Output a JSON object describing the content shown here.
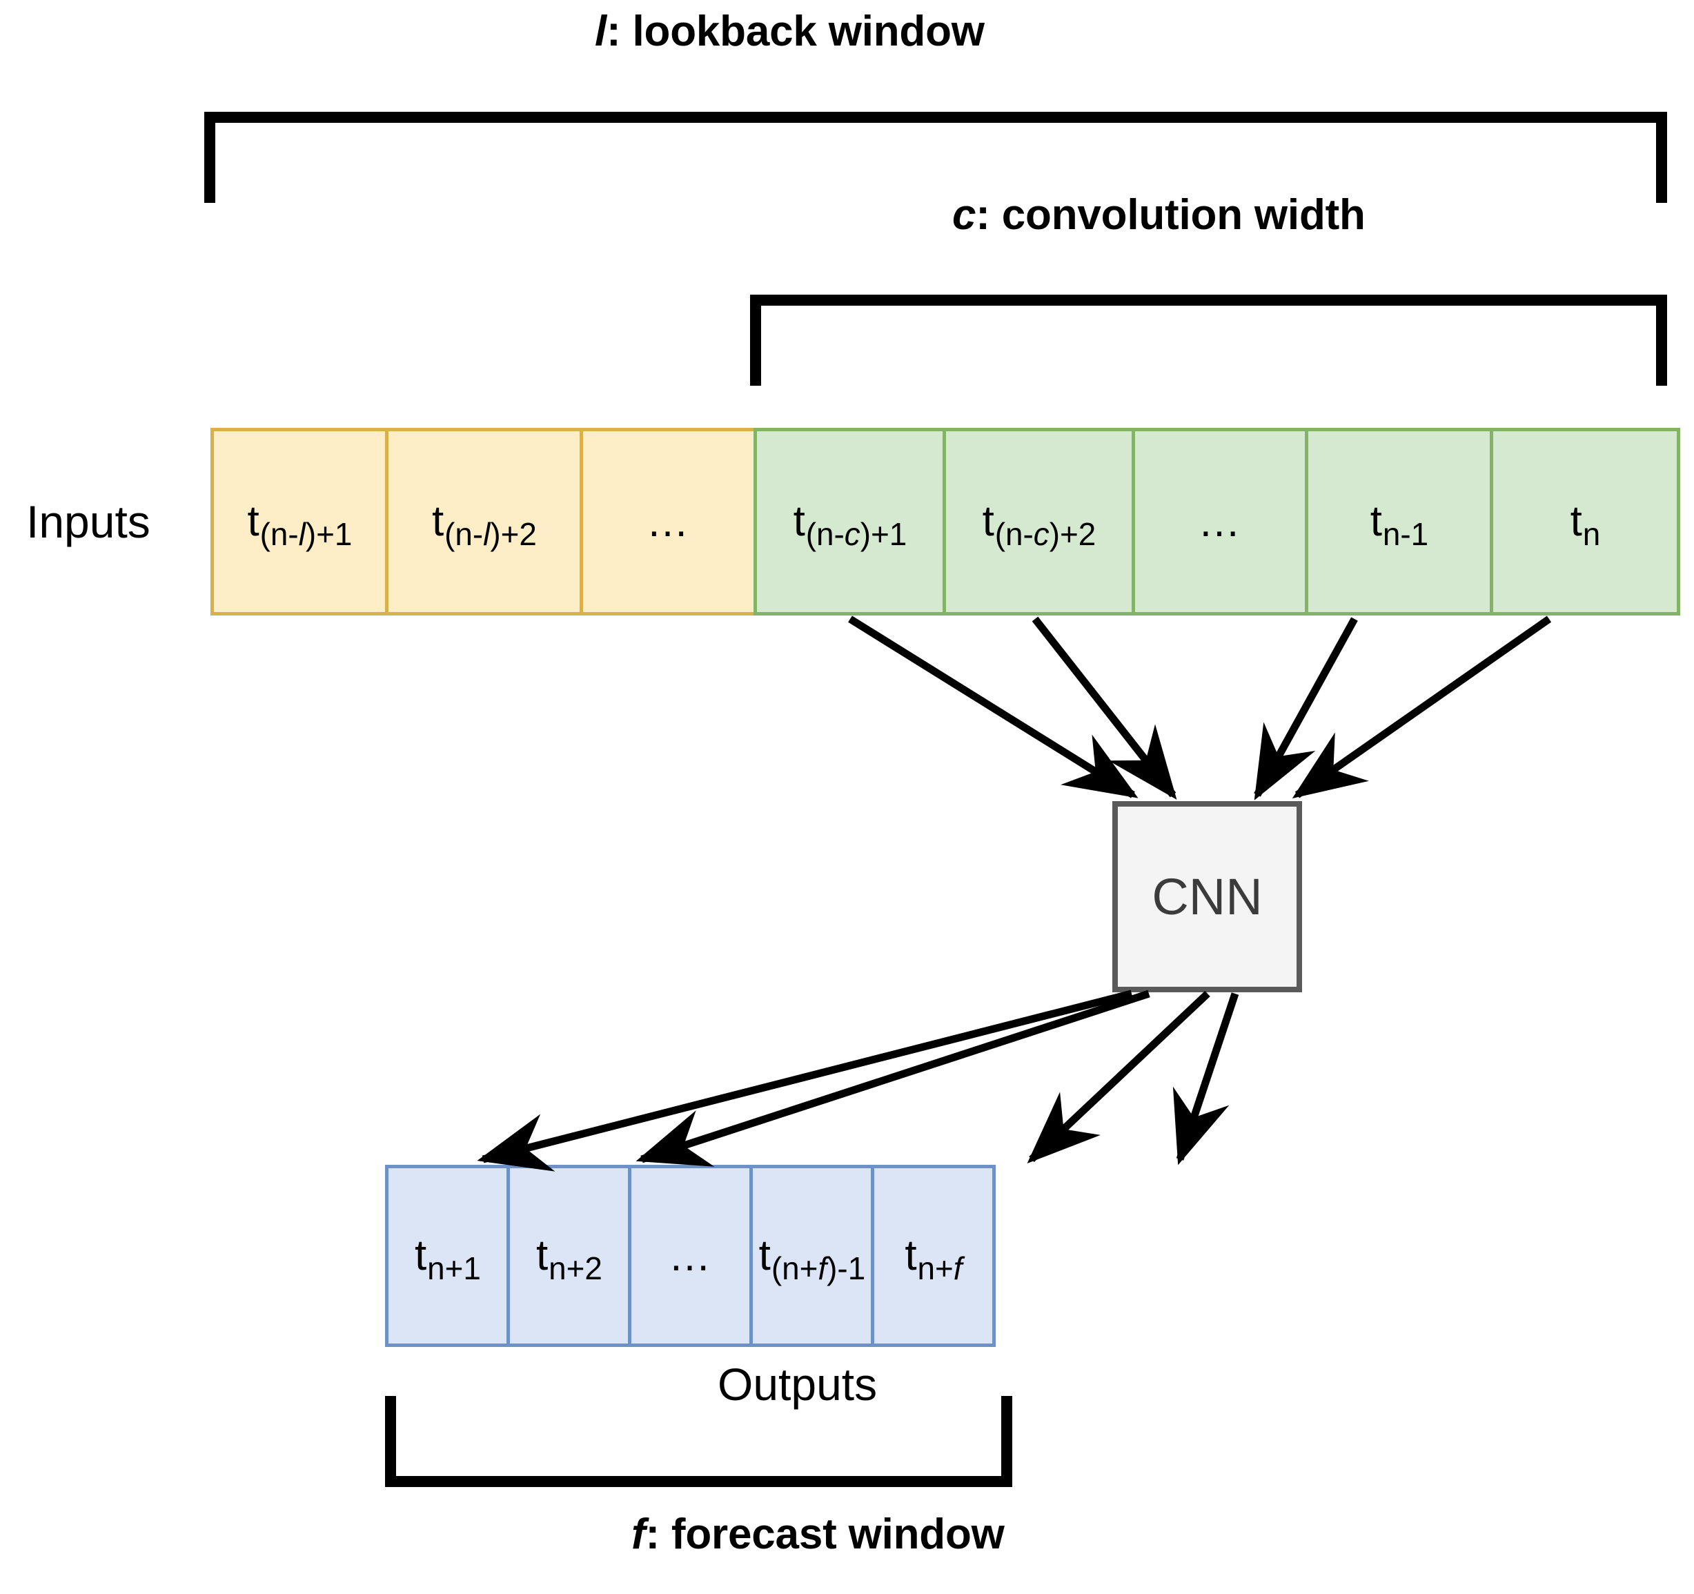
{
  "diagram": {
    "title_top": {
      "symbol": "l",
      "text": ": lookback window"
    },
    "title_conv": {
      "symbol": "c",
      "text": ": convolution width"
    },
    "title_bottom": {
      "symbol": "f",
      "text": ": forecast window"
    },
    "inputs_label": "Inputs",
    "outputs_label": "Outputs",
    "processor_label": "CNN",
    "ellipsis": "…"
  },
  "colors": {
    "lookback_fill": "#fdeec8",
    "lookback_stroke": "#d9b14b",
    "convolution_fill": "#d5e8d0",
    "convolution_stroke": "#82b366",
    "forecast_fill": "#dbe5f5",
    "forecast_stroke": "#6f92c6",
    "processor_fill": "#f4f4f4",
    "processor_stroke": "#5a5a5a",
    "bracket": "#000000",
    "text": "#000000"
  },
  "input_cells": [
    {
      "base": "t",
      "sub_pre": "(n-",
      "sub_sym": "l",
      "sub_post": ")+1",
      "region": "lookback"
    },
    {
      "base": "t",
      "sub_pre": "(n-",
      "sub_sym": "l",
      "sub_post": ")+2",
      "region": "lookback"
    },
    {
      "base": "",
      "sub_pre": "",
      "sub_sym": "",
      "sub_post": "",
      "ellipsis": true,
      "region": "lookback"
    },
    {
      "base": "t",
      "sub_pre": "(n-",
      "sub_sym": "c",
      "sub_post": ")+1",
      "region": "convolution"
    },
    {
      "base": "t",
      "sub_pre": "(n-",
      "sub_sym": "c",
      "sub_post": ")+2",
      "region": "convolution"
    },
    {
      "base": "",
      "sub_pre": "",
      "sub_sym": "",
      "sub_post": "",
      "ellipsis": true,
      "region": "convolution"
    },
    {
      "base": "t",
      "sub_pre": "n-1",
      "sub_sym": "",
      "sub_post": "",
      "region": "convolution"
    },
    {
      "base": "t",
      "sub_pre": "n",
      "sub_sym": "",
      "sub_post": "",
      "region": "convolution"
    }
  ],
  "output_cells": [
    {
      "base": "t",
      "sub_pre": "n+1",
      "sub_sym": "",
      "sub_post": ""
    },
    {
      "base": "t",
      "sub_pre": "n+2",
      "sub_sym": "",
      "sub_post": ""
    },
    {
      "base": "",
      "sub_pre": "",
      "sub_sym": "",
      "sub_post": "",
      "ellipsis": true
    },
    {
      "base": "t",
      "sub_pre": "(n+",
      "sub_sym": "f",
      "sub_post": ")-1"
    },
    {
      "base": "t",
      "sub_pre": "n+",
      "sub_sym": "f",
      "sub_post": ""
    }
  ]
}
